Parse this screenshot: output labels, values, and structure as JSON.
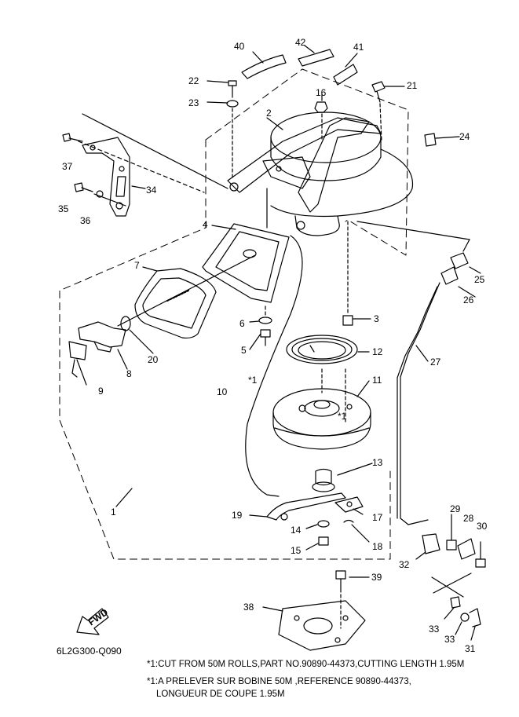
{
  "diagram": {
    "code": "6L2G300-Q090",
    "fwd_label": "FWD",
    "callouts": [
      {
        "n": "1"
      },
      {
        "n": "2"
      },
      {
        "n": "3"
      },
      {
        "n": "4"
      },
      {
        "n": "5"
      },
      {
        "n": "6"
      },
      {
        "n": "7"
      },
      {
        "n": "8"
      },
      {
        "n": "9"
      },
      {
        "n": "10"
      },
      {
        "n": "11"
      },
      {
        "n": "12"
      },
      {
        "n": "13"
      },
      {
        "n": "14"
      },
      {
        "n": "15"
      },
      {
        "n": "16"
      },
      {
        "n": "17"
      },
      {
        "n": "18"
      },
      {
        "n": "19"
      },
      {
        "n": "20"
      },
      {
        "n": "21"
      },
      {
        "n": "22"
      },
      {
        "n": "23"
      },
      {
        "n": "24"
      },
      {
        "n": "25"
      },
      {
        "n": "26"
      },
      {
        "n": "27"
      },
      {
        "n": "28"
      },
      {
        "n": "29"
      },
      {
        "n": "30"
      },
      {
        "n": "31"
      },
      {
        "n": "32"
      },
      {
        "n": "33"
      },
      {
        "n": "33"
      },
      {
        "n": "34"
      },
      {
        "n": "35"
      },
      {
        "n": "36"
      },
      {
        "n": "37"
      },
      {
        "n": "38"
      },
      {
        "n": "39"
      },
      {
        "n": "40"
      },
      {
        "n": "41"
      },
      {
        "n": "42"
      }
    ],
    "notes": [
      "*1:CUT FROM 50M ROLLS,PART NO.90890-44373,CUTTING LENGTH 1.95M",
      "*1:A PRELEVER SUR BOBINE 50M ,REFERENCE 90890-44373,",
      "LONGUEUR DE COUPE 1.95M"
    ],
    "star_marks": [
      "*1",
      "*1"
    ]
  }
}
